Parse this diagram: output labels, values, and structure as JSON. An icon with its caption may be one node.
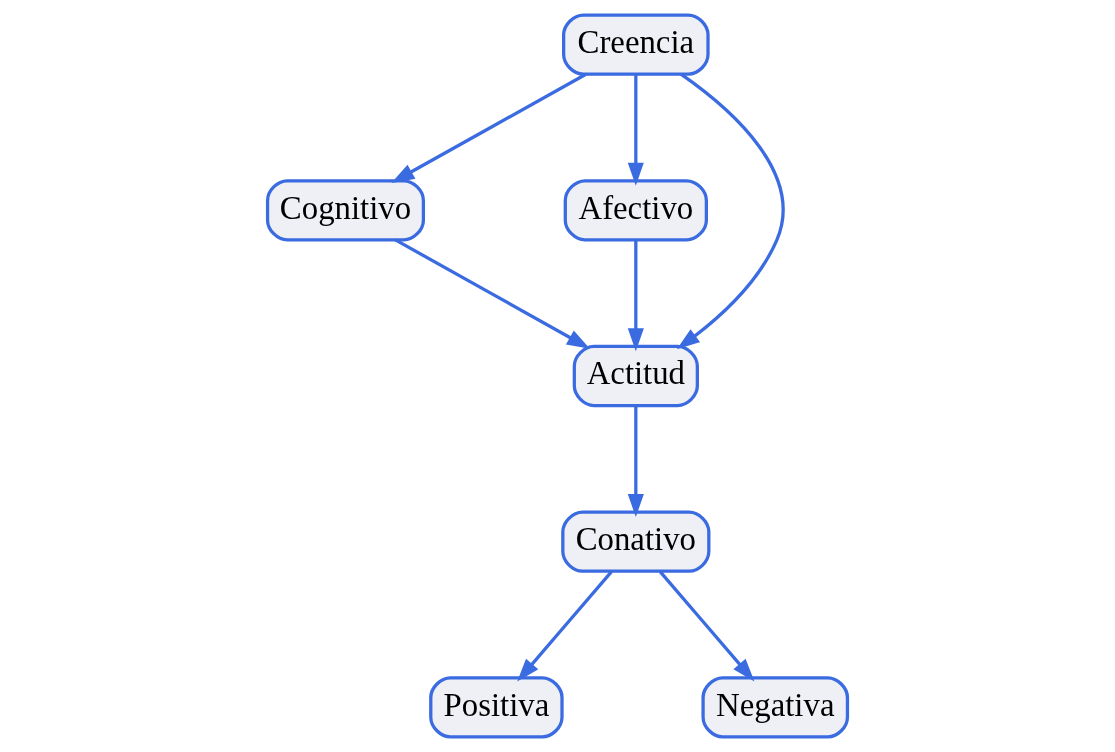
{
  "diagram": {
    "nodes": [
      {
        "text": [
          "Creencia"
        ]
      },
      {
        "text": [
          "Cognitivo"
        ]
      },
      {
        "text": [
          "Afectivo"
        ]
      },
      {
        "text": [
          "Actitud"
        ]
      },
      {
        "text": [
          "Conativo"
        ]
      },
      {
        "text": [
          "Positiva"
        ]
      },
      {
        "text": [
          "Negativa"
        ]
      }
    ],
    "edges": [
      {
        "from": 0,
        "to": 1,
        "arrow": "to"
      },
      {
        "from": 0,
        "to": 3,
        "arrow": "to"
      },
      {
        "from": 0,
        "to": 2,
        "arrow": "to"
      },
      {
        "from": 1,
        "to": 3,
        "arrow": "to"
      },
      {
        "from": 2,
        "to": 3,
        "arrow": "to"
      },
      {
        "from": 3,
        "to": 4,
        "arrow": "to"
      },
      {
        "from": 4,
        "to": 5,
        "arrow": "to"
      },
      {
        "from": 4,
        "to": 6,
        "arrow": "to"
      }
    ]
  }
}
